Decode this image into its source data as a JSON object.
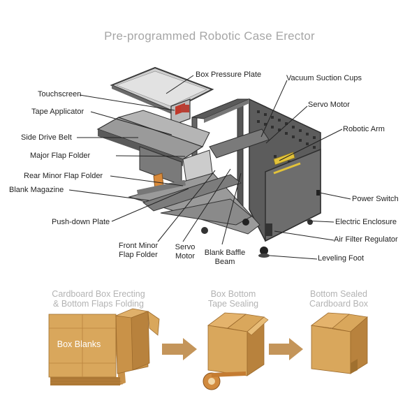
{
  "title": "Pre-programmed Robotic Case Erector",
  "labels": {
    "box_pressure_plate": "Box Pressure Plate",
    "touchscreen": "Touchscreen",
    "tape_applicator": "Tape Applicator",
    "side_drive_belt": "Side Drive Belt",
    "major_flap_folder": "Major Flap Folder",
    "rear_minor_flap_folder": "Rear Minor Flap Folder",
    "blank_magazine": "Blank Magazine",
    "push_down_plate": "Push-down Plate",
    "front_minor_flap_folder_1": "Front Minor",
    "front_minor_flap_folder_2": "Flap Folder",
    "servo_motor_bottom_1": "Servo",
    "servo_motor_bottom_2": "Motor",
    "blank_baffle_beam_1": "Blank Baffle",
    "blank_baffle_beam_2": "Beam",
    "vacuum_suction_cups": "Vacuum Suction Cups",
    "servo_motor_top": "Servo Motor",
    "robotic_arm": "Robotic Arm",
    "power_switch": "Power Switch",
    "electric_enclosure": "Electric Enclosure",
    "air_filter_regulator": "Air Filter Regulator",
    "leveling_foot": "Leveling Foot"
  },
  "process": {
    "step1_line1": "Cardboard Box Erecting",
    "step1_line2": "& Bottom Flaps Folding",
    "step2_line1": "Box Bottom",
    "step2_line2": "Tape Sealing",
    "step3_line1": "Bottom Sealed",
    "step3_line2": "Cardboard Box",
    "blank_label": "Box Blanks"
  },
  "colors": {
    "cardboard": "#d9a75c",
    "cardboard_dark": "#b8823d",
    "arrow": "#c4955a",
    "machine_dark": "#4a4a4a",
    "machine_mid": "#8e8e8e",
    "accent_orange": "#d98a3a"
  }
}
